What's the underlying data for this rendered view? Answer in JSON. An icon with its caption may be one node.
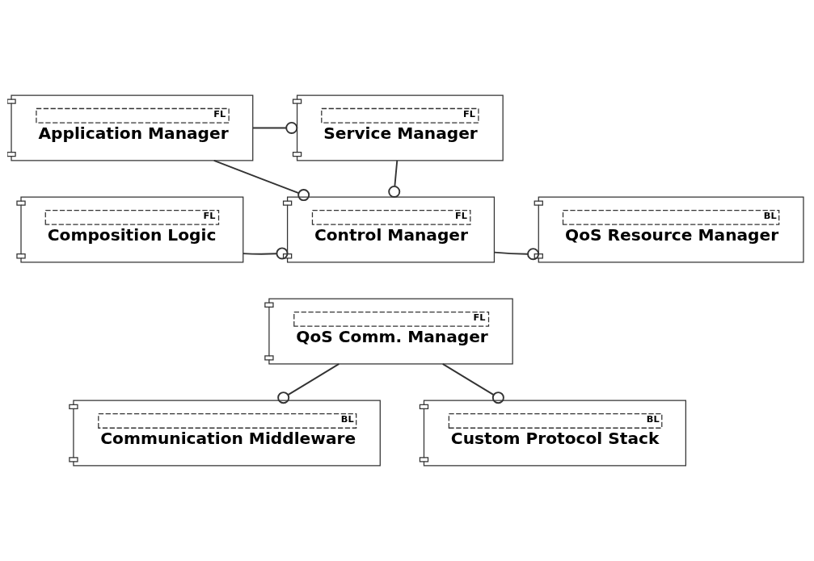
{
  "diagram": {
    "nodes": [
      {
        "text": [
          "FL",
          "Application Manager"
        ]
      },
      {
        "text": [
          "FL",
          "Service Manager"
        ]
      },
      {
        "text": [
          "FL",
          "Composition Logic"
        ]
      },
      {
        "text": [
          "FL",
          "Control Manager"
        ]
      },
      {
        "text": [
          "BL",
          "QoS Resource Manager"
        ]
      },
      {
        "text": [
          "FL",
          "QoS Comm. Manager"
        ]
      },
      {
        "text": [
          "BL",
          "Communication Middleware"
        ]
      },
      {
        "text": [
          "BL",
          "Custom Protocol Stack"
        ]
      }
    ],
    "edges": [
      {
        "from": 0,
        "to": 1,
        "arrow": "other"
      },
      {
        "from": 0,
        "to": 3,
        "arrow": "other"
      },
      {
        "from": 1,
        "to": 3,
        "arrow": "other"
      },
      {
        "from": 2,
        "to": 3,
        "arrow": "other"
      },
      {
        "from": 3,
        "to": 4,
        "arrow": "other"
      },
      {
        "from": 5,
        "to": 6,
        "arrow": "other"
      },
      {
        "from": 5,
        "to": 7,
        "arrow": "other"
      }
    ]
  }
}
